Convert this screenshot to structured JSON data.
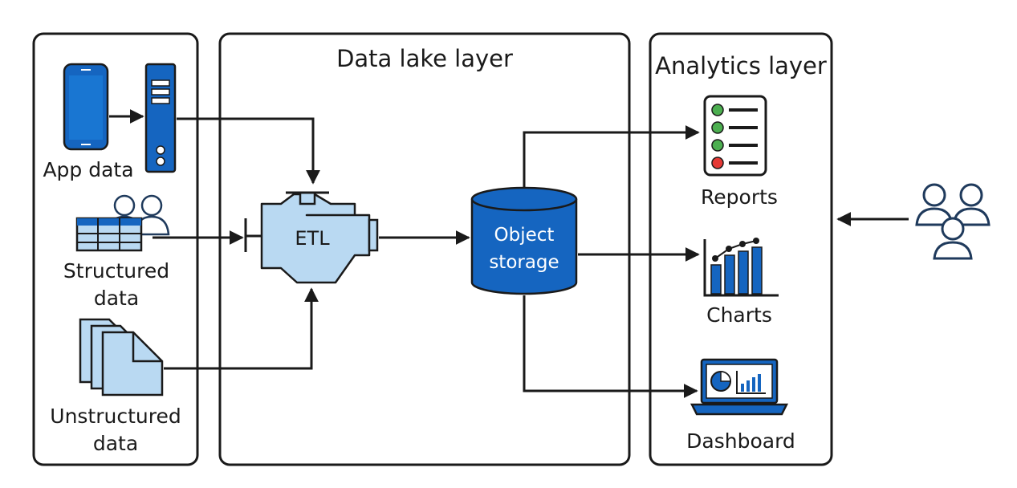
{
  "layers": {
    "sources": {
      "app_label": "App data",
      "structured_line1": "Structured",
      "structured_line2": "data",
      "unstructured_line1": "Unstructured",
      "unstructured_line2": "data"
    },
    "data_lake": {
      "title": "Data lake layer",
      "etl_label": "ETL",
      "storage_line1": "Object",
      "storage_line2": "storage"
    },
    "analytics": {
      "title": "Analytics layer",
      "reports_label": "Reports",
      "charts_label": "Charts",
      "dashboard_label": "Dashboard"
    }
  },
  "colors": {
    "primary_blue": "#1565c0",
    "light_blue": "#b9d9f2",
    "stroke": "#1a1a1a",
    "users_stroke": "#1f3a5c"
  },
  "icons": [
    "phone-icon",
    "server-icon",
    "table-users-icon",
    "documents-icon",
    "engine-icon",
    "cylinder-icon",
    "checklist-icon",
    "bar-chart-icon",
    "laptop-dashboard-icon",
    "users-group-icon"
  ]
}
